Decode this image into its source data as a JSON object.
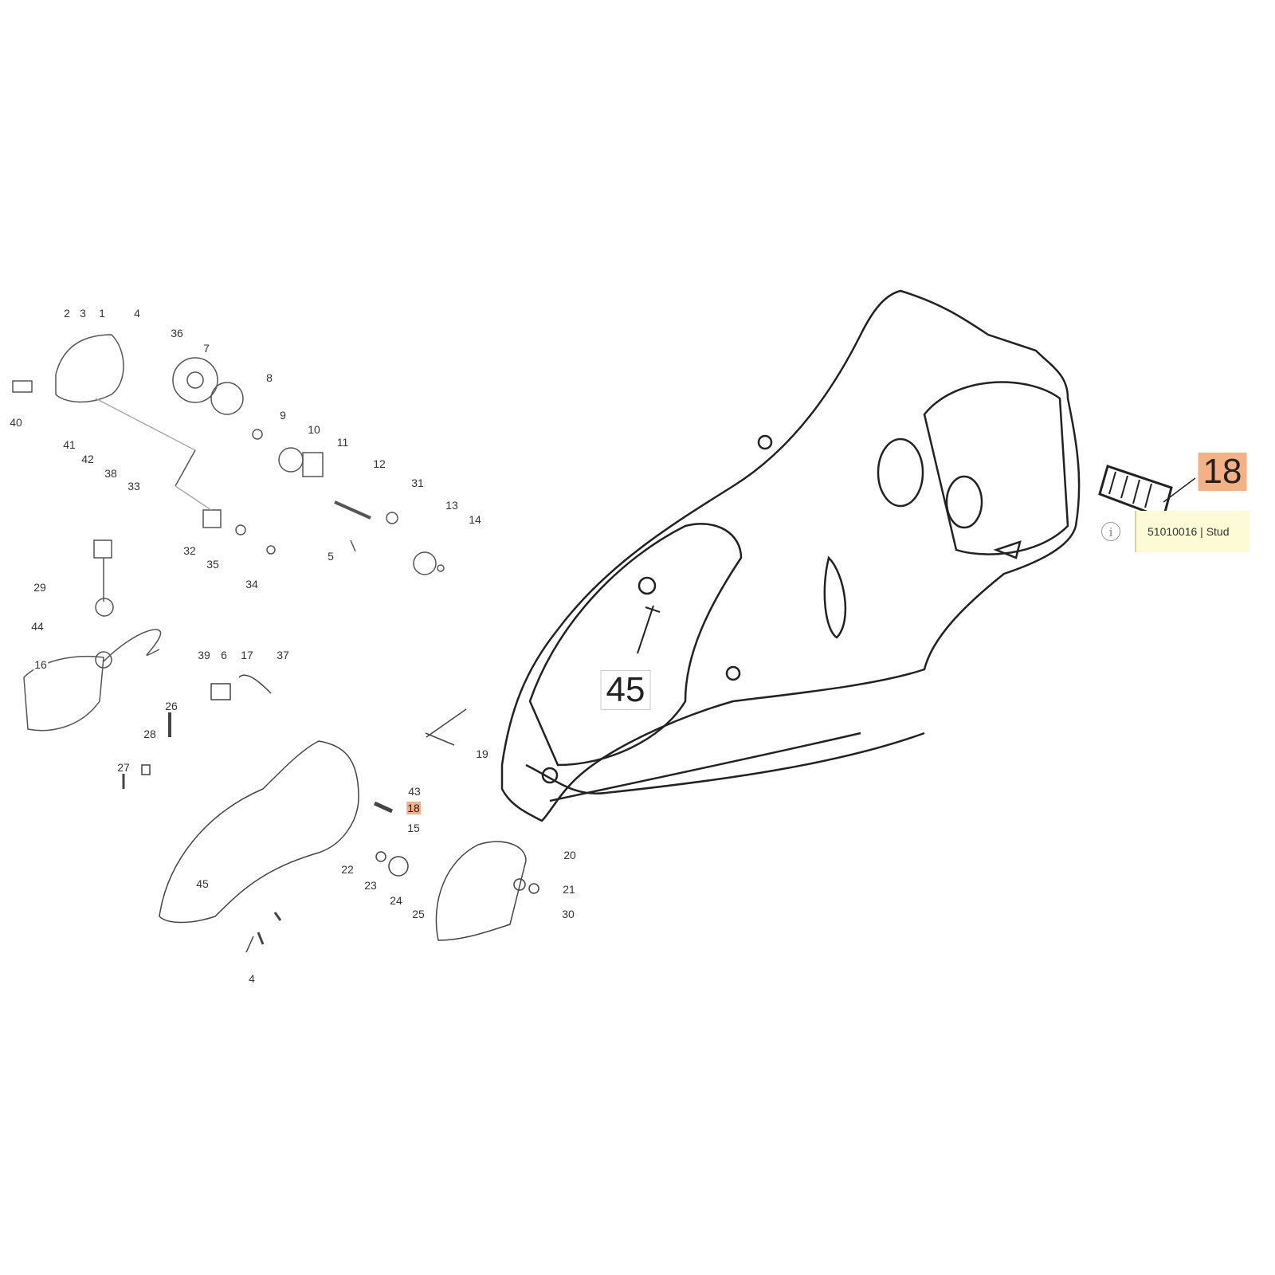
{
  "diagram": {
    "callouts": [
      "2",
      "3",
      "1",
      "4",
      "36",
      "7",
      "8",
      "9",
      "10",
      "11",
      "12",
      "31",
      "13",
      "14",
      "40",
      "41",
      "42",
      "38",
      "33",
      "32",
      "35",
      "34",
      "5",
      "29",
      "44",
      "16",
      "39",
      "6",
      "17",
      "37",
      "26",
      "28",
      "27",
      "19",
      "43",
      "18",
      "15",
      "20",
      "22",
      "23",
      "21",
      "45",
      "24",
      "25",
      "30",
      "4"
    ],
    "highlighted_callout": "18",
    "zoom_callout_screw": "45",
    "zoom_callout_part": "18",
    "highlight_color": "#f4b183"
  },
  "tooltip": {
    "icon": "info-icon",
    "text": "51010016 | Stud"
  }
}
